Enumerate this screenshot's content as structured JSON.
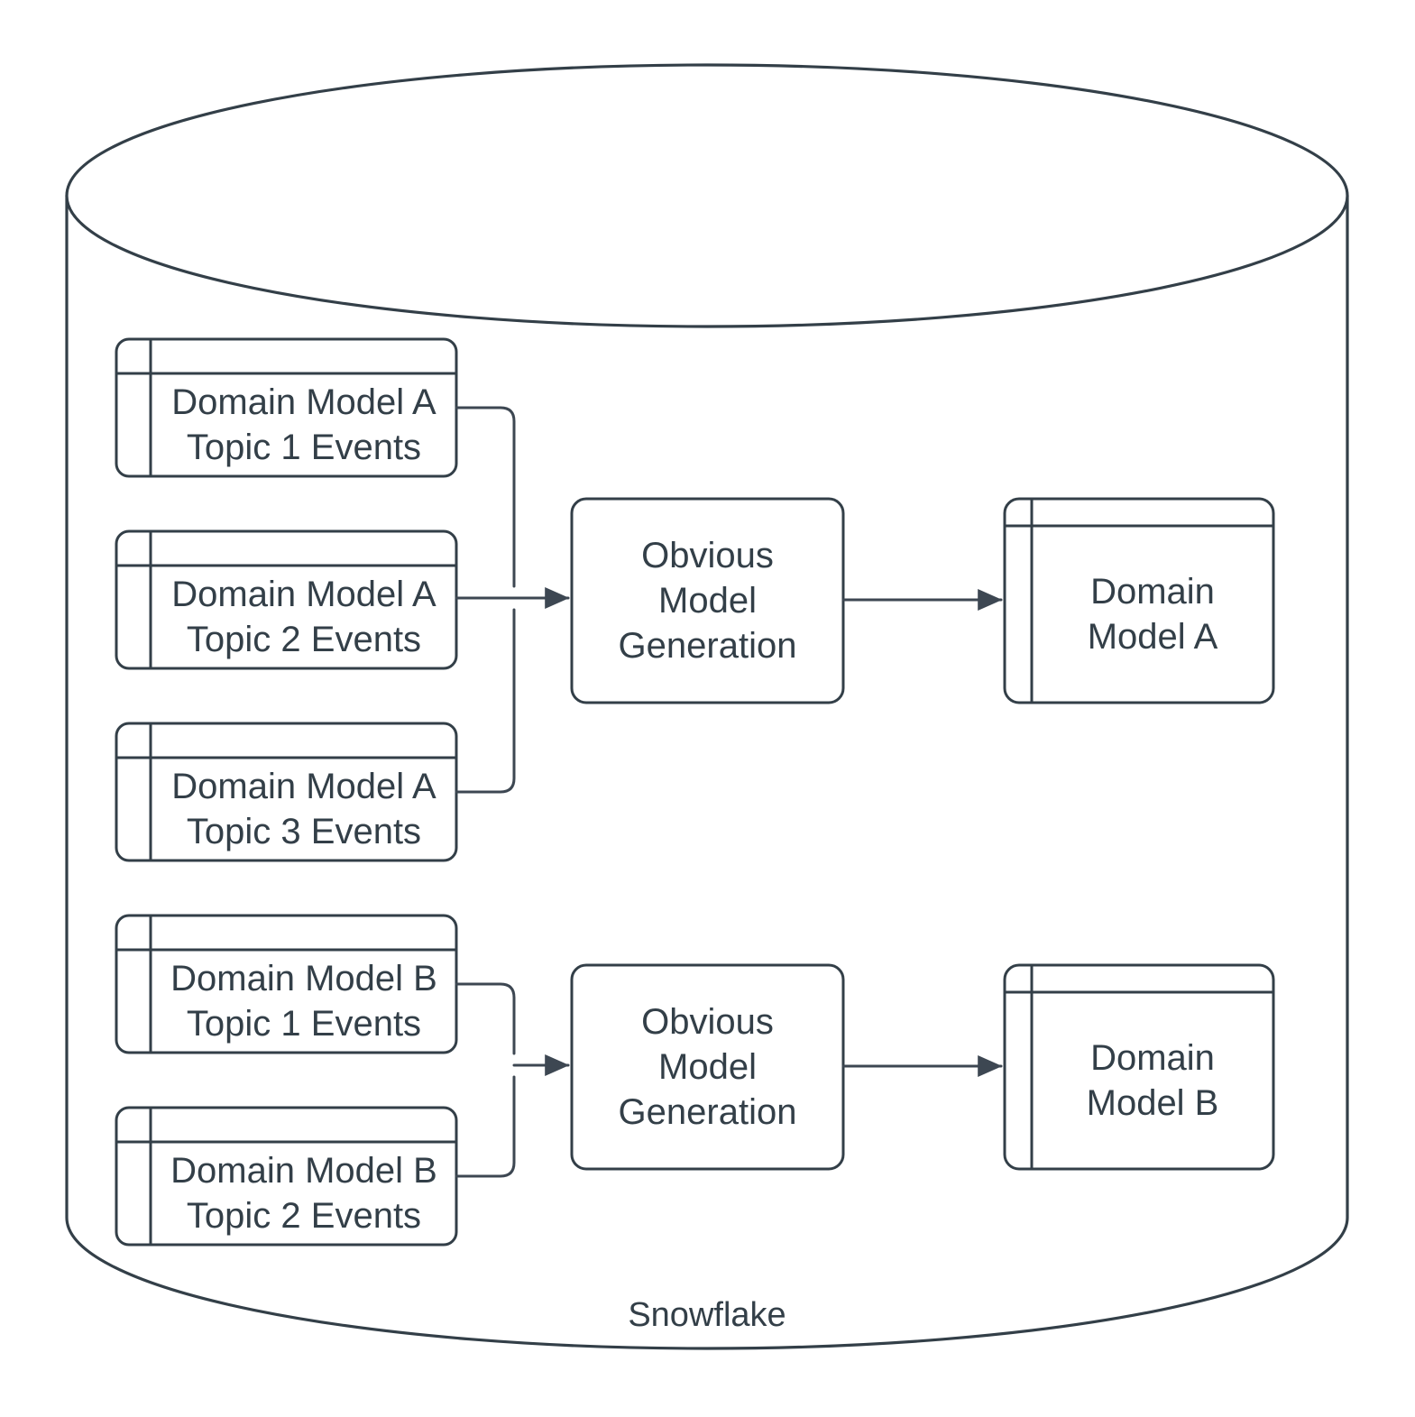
{
  "diagram": {
    "title": "Snowflake",
    "container": {
      "name": "Snowflake",
      "shape": "cylinder",
      "label": "Snowflake"
    },
    "colors": {
      "stroke": "#333f48",
      "text": "#333f48",
      "fill": "#ffffff",
      "arrow": "#3d4752"
    },
    "sources": [
      {
        "id": "a1",
        "label": "Domain Model A\nTopic 1 Events",
        "shape": "table"
      },
      {
        "id": "a2",
        "label": "Domain Model A\nTopic 2 Events",
        "shape": "table"
      },
      {
        "id": "a3",
        "label": "Domain Model A\nTopic 3 Events",
        "shape": "table"
      },
      {
        "id": "b1",
        "label": "Domain Model B\nTopic 1 Events",
        "shape": "table"
      },
      {
        "id": "b2",
        "label": "Domain Model B\nTopic 2 Events",
        "shape": "table"
      }
    ],
    "processes": [
      {
        "id": "p1",
        "label": "Obvious\nModel\nGeneration",
        "shape": "rounded-rect"
      },
      {
        "id": "p2",
        "label": "Obvious\nModel\nGeneration",
        "shape": "rounded-rect"
      }
    ],
    "outputs": [
      {
        "id": "o1",
        "label": "Domain\nModel A",
        "shape": "table"
      },
      {
        "id": "o2",
        "label": "Domain\nModel B",
        "shape": "table"
      }
    ],
    "edges": [
      {
        "from": "a1",
        "to": "p1"
      },
      {
        "from": "a2",
        "to": "p1"
      },
      {
        "from": "a3",
        "to": "p1"
      },
      {
        "from": "p1",
        "to": "o1"
      },
      {
        "from": "b1",
        "to": "p2"
      },
      {
        "from": "b2",
        "to": "p2"
      },
      {
        "from": "p2",
        "to": "o2"
      }
    ]
  }
}
